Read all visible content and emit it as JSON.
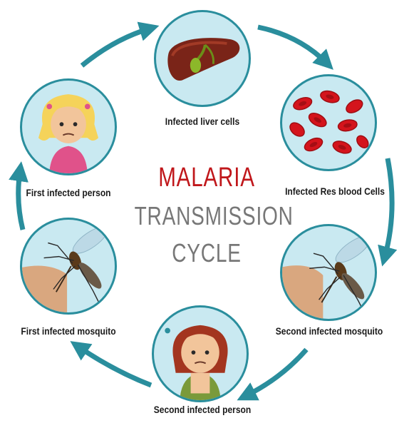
{
  "title": {
    "line1": "MALARIA",
    "line2": "TRANSMISSION",
    "line3": "CYCLE",
    "line1_color": "#c0171b",
    "line2_color": "#777777"
  },
  "cycle": [
    {
      "label": "Infected liver cells",
      "icon": "liver-icon"
    },
    {
      "label": "Infected Res blood Cells",
      "icon": "red-blood-cells-icon"
    },
    {
      "label": "Second infected mosquito",
      "icon": "mosquito-icon"
    },
    {
      "label": "Second infected person",
      "icon": "sick-girl-icon"
    },
    {
      "label": "First infected mosquito",
      "icon": "mosquito-icon"
    },
    {
      "label": "First infected person",
      "icon": "sick-girl-icon"
    }
  ],
  "colors": {
    "arrow": "#2a8e9d",
    "circle_fill": "#c9e9f1",
    "circle_border": "#2a8e9d",
    "blood": "#d4141c"
  }
}
